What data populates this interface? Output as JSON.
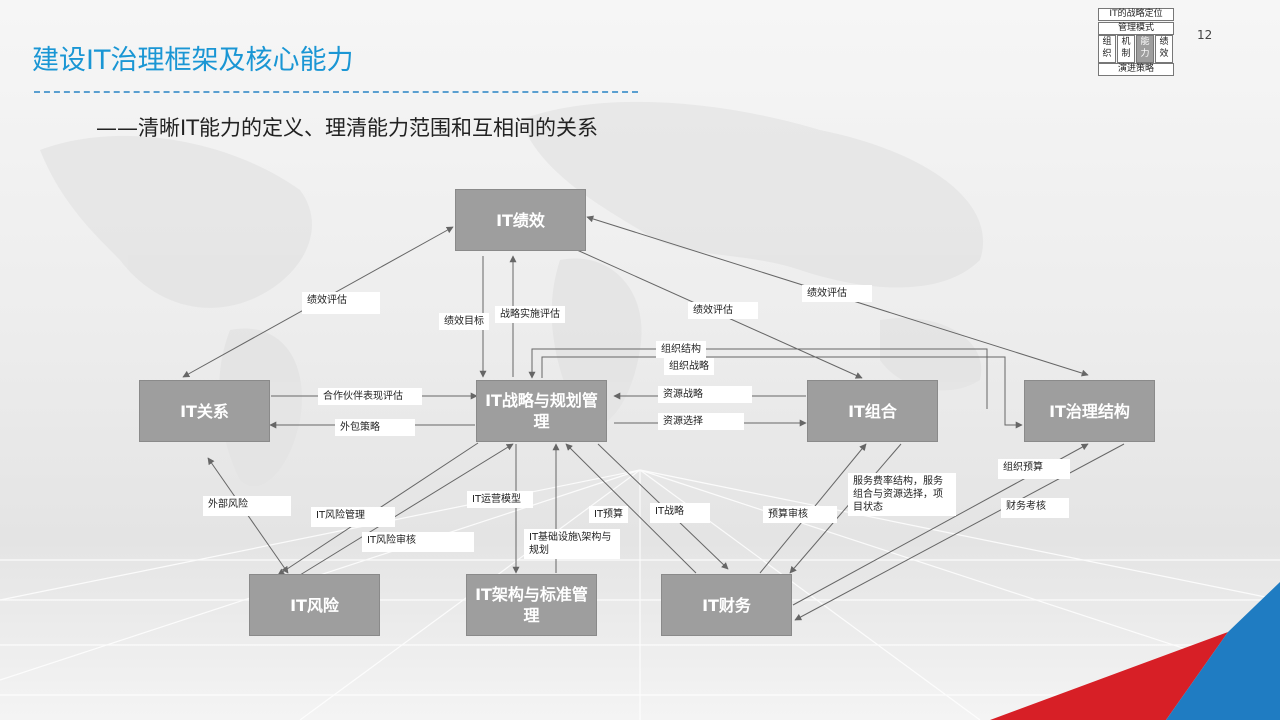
{
  "header": {
    "title": "建设IT治理框架及核心能力",
    "subtitle": "——清晰IT能力的定义、理清能力范围和互相间的关系",
    "page_number": "12"
  },
  "mini_diagram": {
    "top": "IT的战略定位",
    "mode": "管理模式",
    "cols": [
      "组织",
      "机制",
      "能力",
      "绩效"
    ],
    "bottom": "演进策略"
  },
  "nodes": {
    "perf": "IT绩效",
    "rel": "IT关系",
    "strategy": "IT战略与规划管理",
    "portfolio": "IT组合",
    "gov": "IT治理结构",
    "risk": "IT风险",
    "arch": "IT架构与标准管理",
    "finance": "IT财务"
  },
  "edge_labels": {
    "perf_eval_left": "绩效评估",
    "perf_target": "绩效目标",
    "strat_impl_eval": "战略实施评估",
    "perf_eval_mid": "绩效评估",
    "perf_eval_right": "绩效评估",
    "org_structure": "组织结构",
    "org_strategy": "组织战略",
    "partner_eval": "合作伙伴表现评估",
    "outsource": "外包策略",
    "res_strategy": "资源战略",
    "res_select": "资源选择",
    "ext_risk": "外部风险",
    "it_risk_mgmt": "IT风险管理",
    "it_risk_audit": "IT风险审核",
    "ops_model": "IT运营模型",
    "infra": "IT基础设施\\架构与规划",
    "it_budget": "IT预算",
    "it_strategy": "IT战略",
    "budget_audit": "预算审核",
    "service_cost": "服务费率结构，服务组合与资源选择，项目状态",
    "org_budget": "组织预算",
    "fin_assess": "财务考核"
  },
  "colors": {
    "title": "#1a96d4",
    "node_fill": "#9e9e9e",
    "arrow": "#666666",
    "accent_red": "#d71f26",
    "accent_blue": "#1f7cc2"
  }
}
